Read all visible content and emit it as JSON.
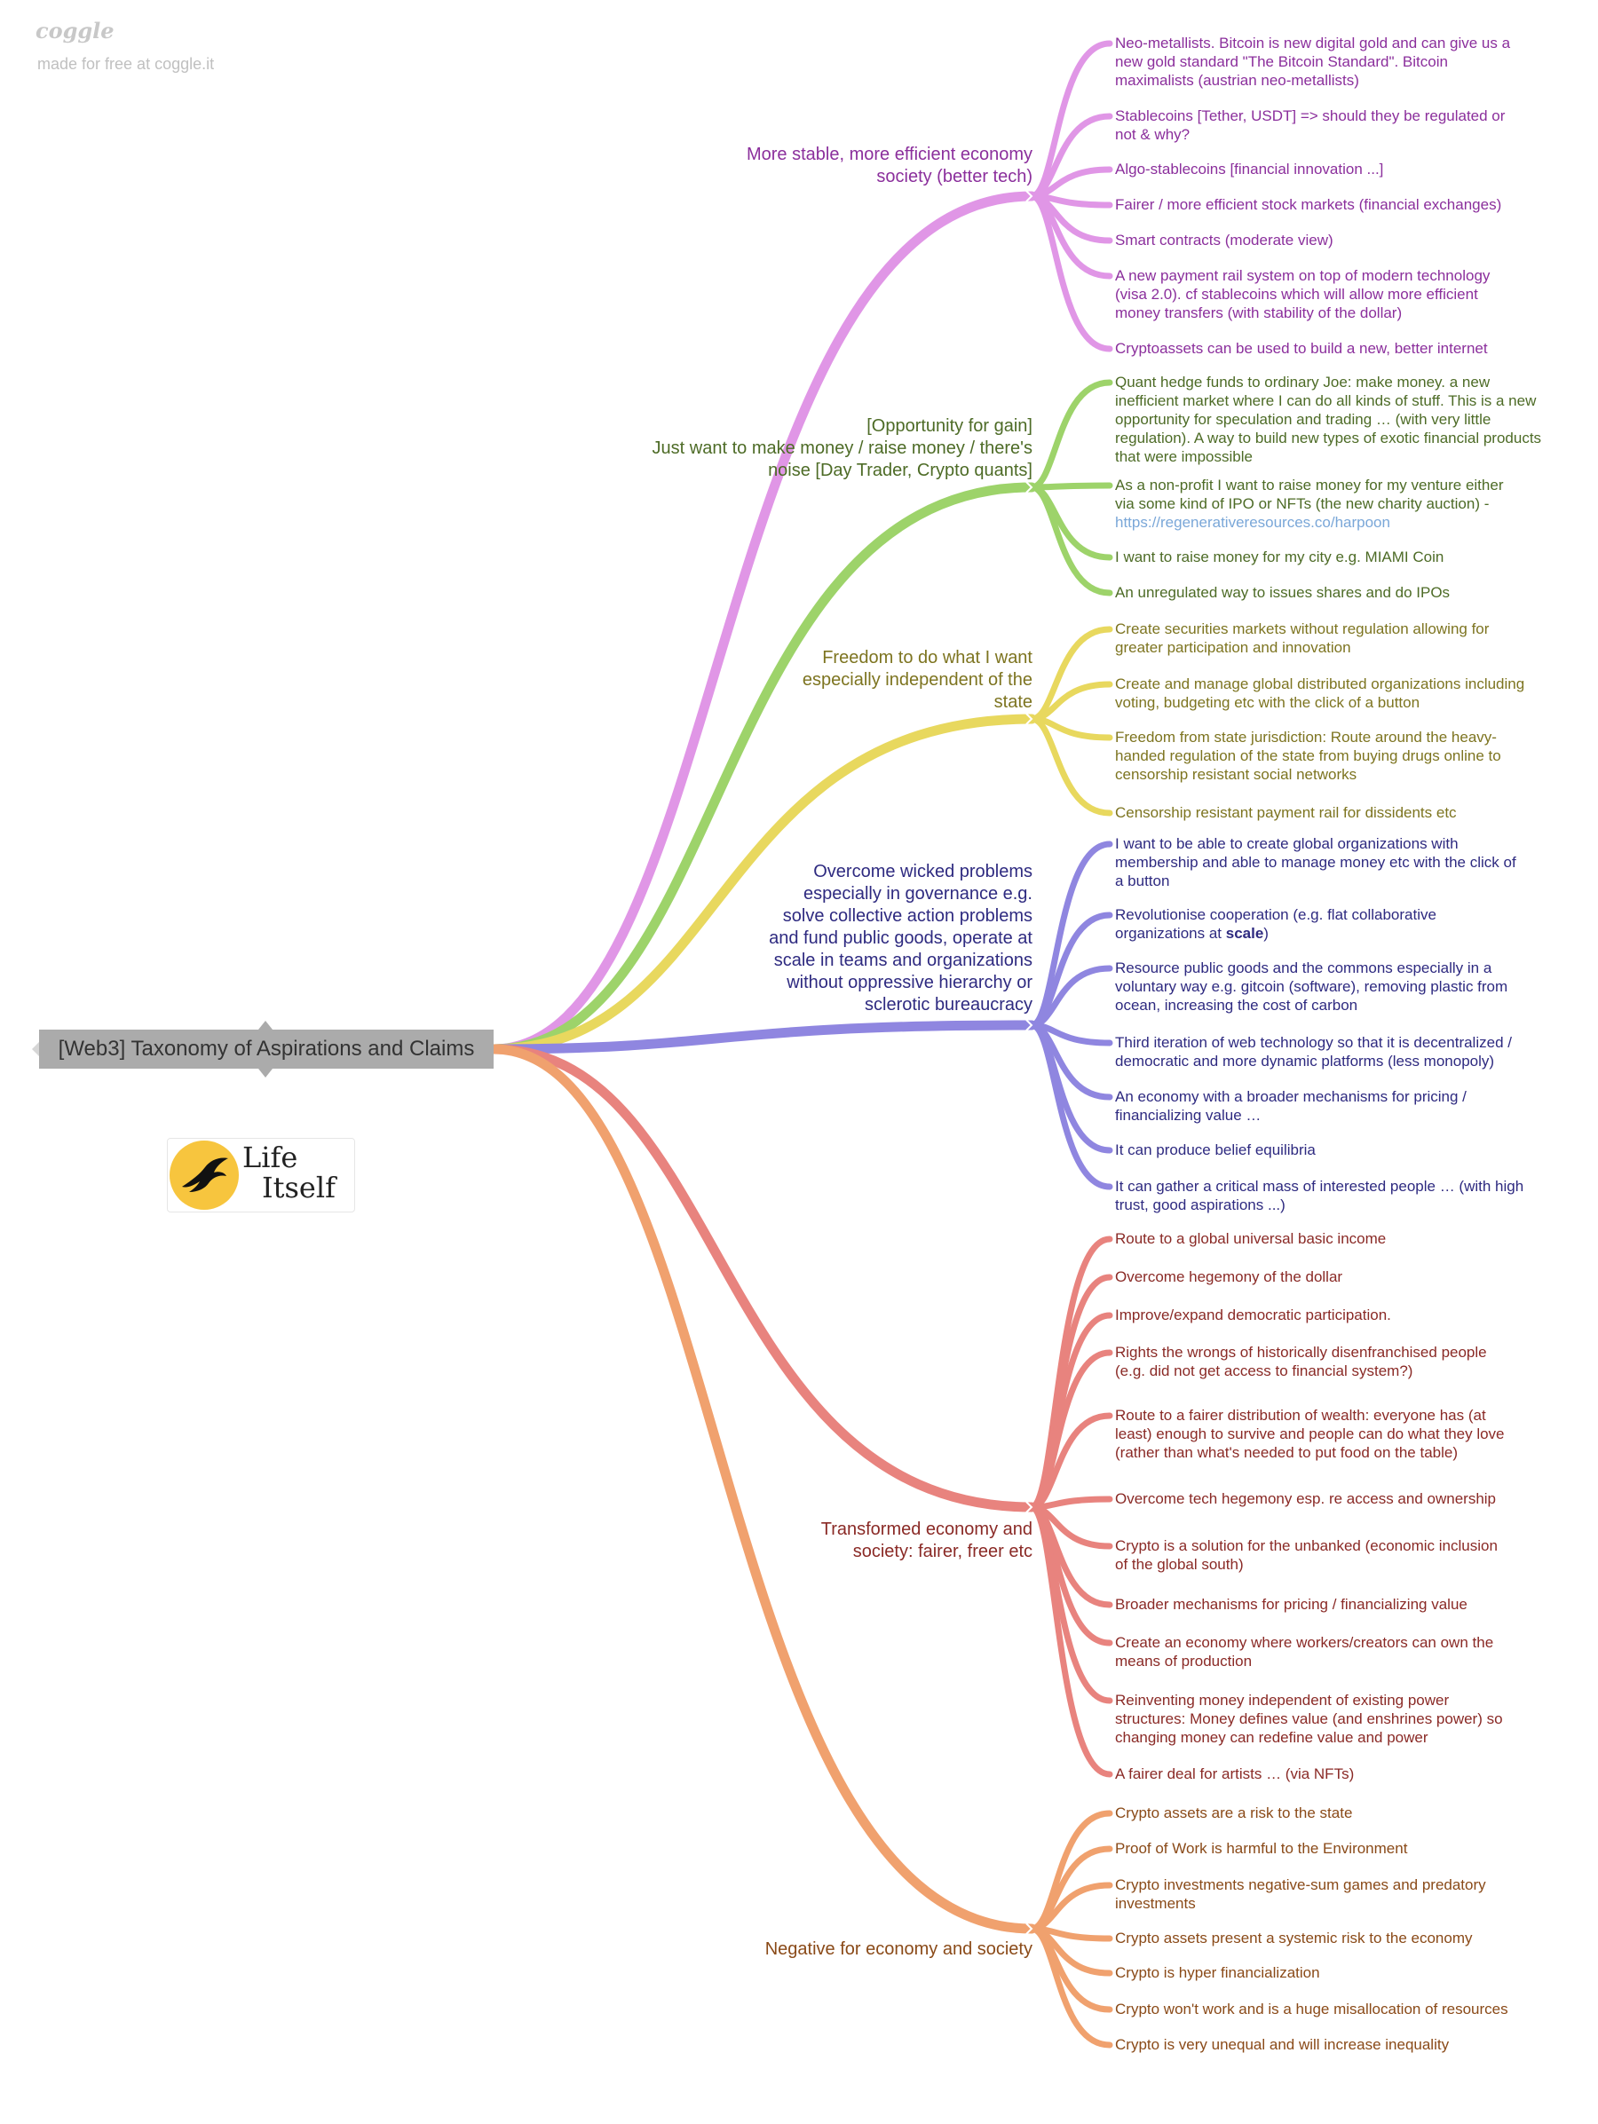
{
  "brand": {
    "logo": "coggle",
    "subtitle": "made for free at coggle.it"
  },
  "root": {
    "label": "[Web3] Taxonomy of Aspirations and Claims"
  },
  "badge": {
    "line1": "Life",
    "line2": "Itself",
    "icon": "swallow-bird-icon",
    "sun_color": "#f7c53e"
  },
  "branches": [
    {
      "key": "stable",
      "color": "#e096e6",
      "text_color": "#8b2f9c",
      "lines": [
        "More stable, more efficient economy",
        "society (better tech)"
      ],
      "leaves": [
        {
          "lines": [
            "Neo-metallists. Bitcoin is new digital gold and can give us a",
            "new gold standard \"The Bitcoin Standard\". Bitcoin",
            "maximalists (austrian neo-metallists)"
          ]
        },
        {
          "lines": [
            "Stablecoins [Tether, USDT] => should they be regulated or",
            "not & why?"
          ]
        },
        {
          "lines": [
            "Algo-stablecoins [financial innovation ...]"
          ]
        },
        {
          "lines": [
            "Fairer / more efficient stock markets (financial exchanges)"
          ]
        },
        {
          "lines": [
            "Smart contracts (moderate view)"
          ]
        },
        {
          "lines": [
            "A new payment rail system on top of modern technology",
            "(visa 2.0). cf stablecoins which will allow more efficient",
            "money transfers (with stability of the dollar)"
          ]
        },
        {
          "lines": [
            "Cryptoassets can be used to build a new, better internet"
          ]
        }
      ]
    },
    {
      "key": "opportunity",
      "color": "#9dd36a",
      "text_color": "#4d6b26",
      "lines": [
        "[Opportunity for gain]",
        "Just want to make money / raise money / there's",
        "noise [Day Trader, Crypto quants]"
      ],
      "leaves": [
        {
          "lines": [
            "Quant hedge funds to ordinary Joe: make money. a new",
            "inefficient market where I can do all kinds of stuff. This is a new",
            "opportunity for speculation and trading … (with very little",
            "regulation). A way to build new types of exotic financial products",
            "that were impossible"
          ]
        },
        {
          "lines": [
            "As a non-profit I want to raise money for my venture either",
            "via some kind of IPO or NFTs (the new charity auction) -"
          ],
          "link": "https://regenerativeresources.co/harpoon"
        },
        {
          "lines": [
            "I want to raise money for my city e.g. MIAMI Coin"
          ]
        },
        {
          "lines": [
            "An unregulated way to issues shares and do IPOs"
          ]
        }
      ]
    },
    {
      "key": "freedom",
      "color": "#e8d85e",
      "text_color": "#7d7420",
      "lines": [
        "Freedom to do what I want",
        "especially independent of the",
        "state"
      ],
      "leaves": [
        {
          "lines": [
            "Create securities markets without regulation allowing for",
            "greater participation and innovation"
          ]
        },
        {
          "lines": [
            "Create and manage global distributed organizations including",
            "voting, budgeting etc with the click of a button"
          ]
        },
        {
          "lines": [
            "Freedom from state jurisdiction: Route around the heavy-",
            "handed regulation of the state from buying drugs online to",
            "censorship resistant social networks"
          ]
        },
        {
          "lines": [
            "Censorship resistant payment rail for dissidents etc"
          ]
        }
      ]
    },
    {
      "key": "wicked",
      "color": "#8f86e0",
      "text_color": "#2e2a80",
      "lines": [
        "Overcome wicked problems",
        "especially in governance e.g.",
        "solve collective action problems",
        "and fund public goods, operate at",
        "scale in teams and organizations",
        "without oppressive hierarchy or",
        "sclerotic bureaucracy"
      ],
      "leaves": [
        {
          "lines": [
            "I want to be able to create global organizations with",
            "membership and able to manage money etc with the click of",
            "a button"
          ]
        },
        {
          "lines": [
            "Revolutionise cooperation (e.g. flat collaborative",
            "organizations at "
          ],
          "bold": "scale",
          "tail": ")"
        },
        {
          "lines": [
            "Resource public goods and the commons especially in a",
            "voluntary way e.g. gitcoin (software), removing plastic from",
            "ocean, increasing the cost of carbon"
          ]
        },
        {
          "lines": [
            "Third iteration of web technology so that it is decentralized /",
            "democratic and more dynamic platforms (less monopoly)"
          ]
        },
        {
          "lines": [
            "An economy with a broader mechanisms for pricing /",
            "financializing value …"
          ]
        },
        {
          "lines": [
            "It can produce belief equilibria"
          ]
        },
        {
          "lines": [
            "It can gather a critical mass of interested people … (with high",
            "trust, good aspirations ...)"
          ]
        }
      ]
    },
    {
      "key": "transformed",
      "color": "#e8837e",
      "text_color": "#8a2a26",
      "lines": [
        "Transformed economy and",
        "society: fairer, freer etc"
      ],
      "leaves": [
        {
          "lines": [
            "Route to a global universal basic income"
          ]
        },
        {
          "lines": [
            "Overcome hegemony of the dollar"
          ]
        },
        {
          "lines": [
            "Improve/expand democratic participation."
          ]
        },
        {
          "lines": [
            "Rights the wrongs of historically disenfranchised people",
            "(e.g. did not get access to financial system?)"
          ]
        },
        {
          "lines": [
            "Route to a fairer distribution of wealth: everyone has (at",
            "least) enough to survive and people can do what they love",
            "(rather than what's needed to put food on the table)"
          ]
        },
        {
          "lines": [
            "Overcome tech hegemony esp. re access and ownership"
          ]
        },
        {
          "lines": [
            "Crypto is a solution for the unbanked (economic inclusion",
            "of the global south)"
          ]
        },
        {
          "lines": [
            "Broader mechanisms for pricing / financializing value"
          ]
        },
        {
          "lines": [
            "Create an economy where workers/creators can own the",
            "means of production"
          ]
        },
        {
          "lines": [
            "Reinventing money independent of existing power",
            "structures: Money defines value (and enshrines power) so",
            "changing money can redefine value and power"
          ]
        },
        {
          "lines": [
            "A fairer deal for artists … (via NFTs)"
          ]
        }
      ]
    },
    {
      "key": "negative",
      "color": "#f0a16e",
      "text_color": "#8a4a18",
      "lines": [
        "Negative for economy and society"
      ],
      "leaves": [
        {
          "lines": [
            "Crypto assets are a risk to the state"
          ]
        },
        {
          "lines": [
            "Proof of Work is harmful to the Environment"
          ]
        },
        {
          "lines": [
            "Crypto investments negative-sum games and predatory",
            "investments"
          ]
        },
        {
          "lines": [
            "Crypto assets present a systemic risk to the economy"
          ]
        },
        {
          "lines": [
            "Crypto is hyper financialization"
          ]
        },
        {
          "lines": [
            "Crypto won't work and is a huge misallocation of resources"
          ]
        },
        {
          "lines": [
            "Crypto is very unequal and will increase inequality"
          ]
        }
      ]
    }
  ]
}
